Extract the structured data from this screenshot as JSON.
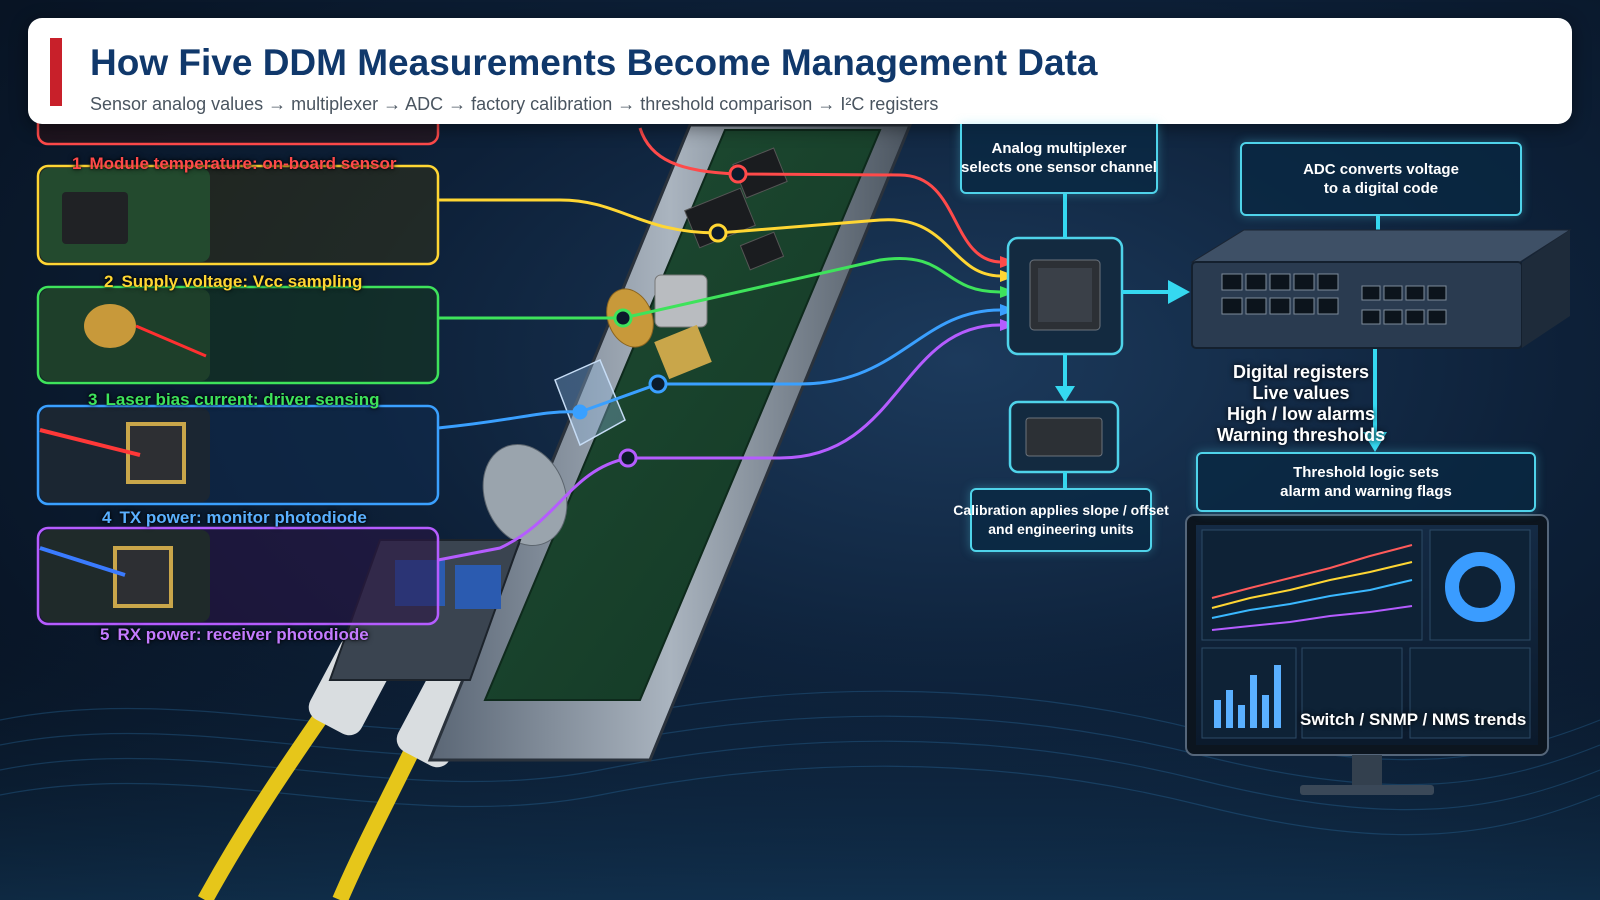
{
  "header": {
    "title": "How Five DDM Measurements Become Management Data",
    "subtitle": "Sensor analog values → multiplexer → ADC → factory calibration → threshold comparison → I²C registers"
  },
  "sensors": [
    {
      "number": "1",
      "label": "Module temperature: on-board sensor",
      "color": "#ff4a4a"
    },
    {
      "number": "2",
      "label": "Supply voltage: Vcc sampling",
      "color": "#ffd633"
    },
    {
      "number": "3",
      "label": "Laser bias current: driver sensing",
      "color": "#3ee35b"
    },
    {
      "number": "4",
      "label": "TX power: monitor photodiode",
      "color": "#3aa0ff"
    },
    {
      "number": "5",
      "label": "RX power: receiver photodiode",
      "color": "#b55cff"
    }
  ],
  "callouts": {
    "mux": [
      "Analog multiplexer",
      "selects one sensor channel"
    ],
    "adc": [
      "ADC converts voltage",
      "to a digital code"
    ],
    "calibration": [
      "Calibration applies slope / offset",
      "and engineering units"
    ],
    "threshold": [
      "Threshold logic sets",
      "alarm and warning flags"
    ]
  },
  "registers": [
    "Digital registers",
    "Live values",
    "High / low alarms",
    "Warning thresholds"
  ],
  "nms_label": "Switch / SNMP / NMS trends",
  "colors": {
    "accent": "#c8202a",
    "title": "#10386b",
    "callout_border": "#4fd3ea",
    "flow_arrow": "#35d8f0"
  }
}
